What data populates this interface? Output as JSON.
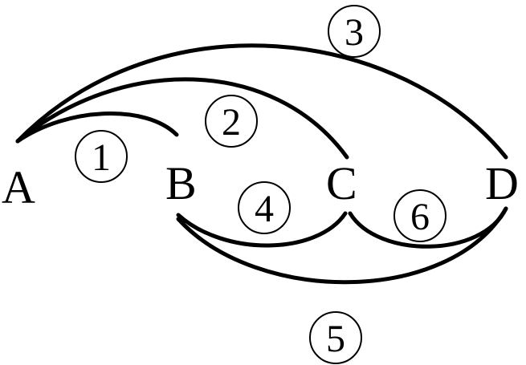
{
  "nodes": {
    "a": "A",
    "b": "B",
    "c": "C",
    "d": "D"
  },
  "edges": [
    {
      "label": "1",
      "from": "A",
      "to": "B"
    },
    {
      "label": "2",
      "from": "A",
      "to": "C"
    },
    {
      "label": "3",
      "from": "A",
      "to": "D"
    },
    {
      "label": "4",
      "from": "B",
      "to": "C"
    },
    {
      "label": "5",
      "from": "B",
      "to": "D"
    },
    {
      "label": "6",
      "from": "C",
      "to": "D"
    }
  ],
  "colors": {
    "stroke": "#000000",
    "background": "#ffffff"
  }
}
